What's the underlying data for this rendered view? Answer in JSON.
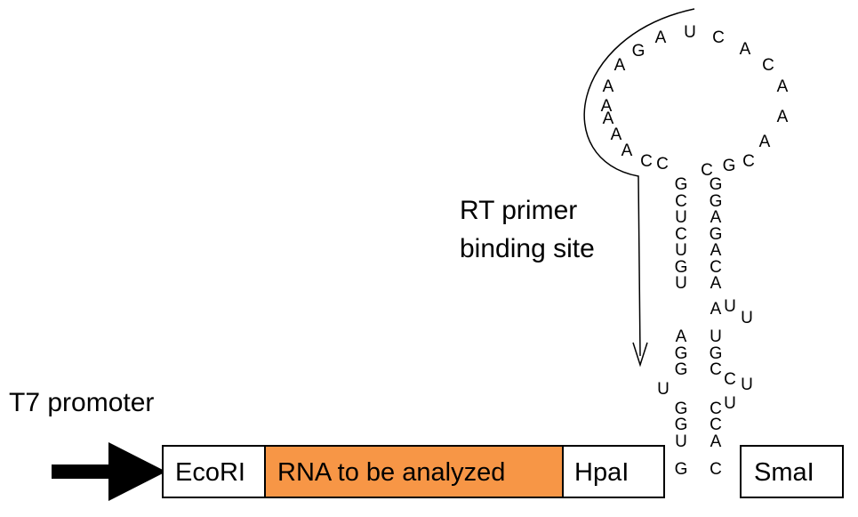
{
  "labels": {
    "promoter": "T7 promoter",
    "rt_line1": "RT primer",
    "rt_line2": "binding site"
  },
  "boxes": {
    "ecori": "EcoRI",
    "insert": "RNA to be analyzed",
    "hpai": "HpaI",
    "smai": "SmaI"
  },
  "colors": {
    "insert_fill": "#f79646",
    "outline": "#000000",
    "background": "#ffffff"
  },
  "stem_loop": {
    "loop": [
      "A",
      "G",
      "A",
      "U",
      "C",
      "A",
      "C",
      "A",
      "A",
      "A",
      "C",
      "G",
      "C"
    ],
    "left_upper_arm": [
      "A",
      "A",
      "A",
      "A",
      "A",
      "C",
      "C"
    ],
    "stem_upper_left": [
      "G",
      "C",
      "U",
      "C",
      "U",
      "G",
      "U"
    ],
    "stem_upper_right": [
      "G",
      "G",
      "A",
      "G",
      "A",
      "C",
      "A"
    ],
    "bulge_right_top": [
      "A",
      "U",
      "U"
    ],
    "stem_mid_left": [
      "A",
      "G",
      "G"
    ],
    "stem_mid_right": [
      "U",
      "G",
      "C"
    ],
    "bulge_left": [
      "U"
    ],
    "bulge_right_mid": [
      "C",
      "U",
      "U"
    ],
    "stem_lower_left": [
      "G",
      "G",
      "U",
      "G"
    ],
    "stem_lower_right": [
      "C",
      "C",
      "A",
      "C"
    ]
  }
}
